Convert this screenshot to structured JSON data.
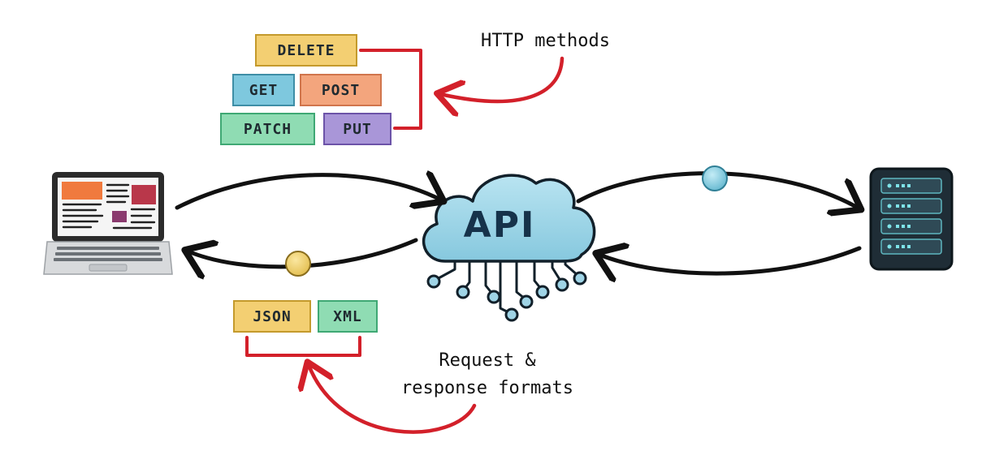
{
  "http_methods": {
    "label": "HTTP methods",
    "items": [
      {
        "key": "delete",
        "label": "DELETE"
      },
      {
        "key": "get",
        "label": "GET"
      },
      {
        "key": "post",
        "label": "POST"
      },
      {
        "key": "patch",
        "label": "PATCH"
      },
      {
        "key": "put",
        "label": "PUT"
      }
    ]
  },
  "api": {
    "label": "API"
  },
  "formats": {
    "label_line1": "Request &",
    "label_line2": "response formats",
    "items": [
      {
        "key": "json",
        "label": "JSON"
      },
      {
        "key": "xml",
        "label": "XML"
      }
    ]
  },
  "icons": {
    "client": "laptop-icon",
    "server": "server-icon",
    "cloud": "cloud-api-icon"
  },
  "colors": {
    "accent_red": "#d3202a",
    "delete": "#f3cf72",
    "get": "#7ec8de",
    "post": "#f3a57d",
    "patch": "#8fdcb3",
    "put": "#a996d8",
    "json": "#f3cf72",
    "xml": "#8fdcb3",
    "cloud": "#9fd4e6"
  }
}
